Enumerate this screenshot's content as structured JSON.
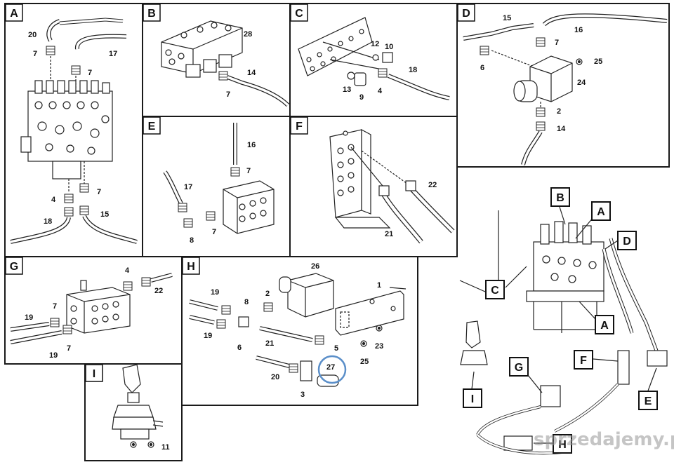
{
  "panels": {
    "A": {
      "letter": "A",
      "labels": [
        "20",
        "7",
        "17",
        "7",
        "7",
        "4",
        "15",
        "18"
      ]
    },
    "B": {
      "letter": "B",
      "labels": [
        "28",
        "14",
        "7"
      ]
    },
    "C": {
      "letter": "C",
      "labels": [
        "12",
        "10",
        "18",
        "13",
        "9",
        "4"
      ]
    },
    "D": {
      "letter": "D",
      "labels": [
        "15",
        "16",
        "7",
        "25",
        "6",
        "24",
        "2",
        "14"
      ]
    },
    "E": {
      "letter": "E",
      "labels": [
        "16",
        "7",
        "17",
        "7",
        "8"
      ]
    },
    "F": {
      "letter": "F",
      "labels": [
        "22",
        "21"
      ]
    },
    "G": {
      "letter": "G",
      "labels": [
        "4",
        "22",
        "7",
        "19",
        "19",
        "7"
      ]
    },
    "H": {
      "letter": "H",
      "labels": [
        "26",
        "1",
        "19",
        "2",
        "8",
        "19",
        "6",
        "21",
        "5",
        "23",
        "25",
        "27",
        "20",
        "3"
      ]
    },
    "I": {
      "letter": "I",
      "labels": [
        "11"
      ]
    }
  },
  "overview_callouts": [
    "B",
    "A",
    "D",
    "C",
    "A",
    "F",
    "G",
    "E",
    "I",
    "H"
  ],
  "watermark": "sprzedajemy.pl",
  "colors": {
    "line": "#1a1a1a",
    "highlight": "#5b8fc9"
  }
}
